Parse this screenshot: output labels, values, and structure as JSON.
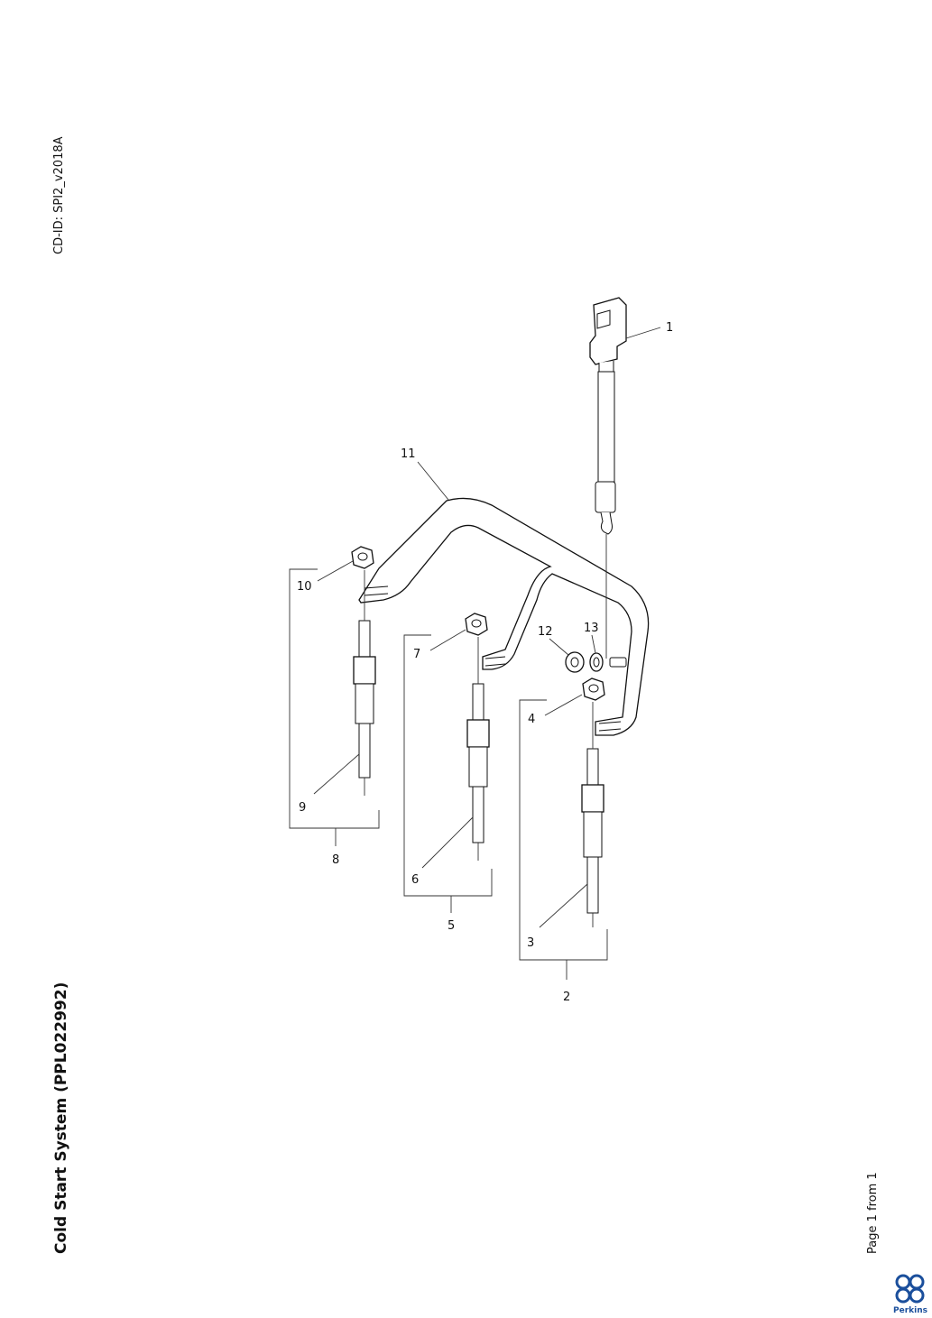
{
  "header": {
    "cd_id": "CD-ID: SPI2_v2018A"
  },
  "title": "Cold Start System (PPL022992)",
  "footer": {
    "page": "Page 1 from 1"
  },
  "brand": {
    "name": "Perkins",
    "color": "#1b4f9c"
  },
  "diagram": {
    "callouts": [
      {
        "id": "1",
        "label": "1"
      },
      {
        "id": "2",
        "label": "2"
      },
      {
        "id": "3",
        "label": "3"
      },
      {
        "id": "4",
        "label": "4"
      },
      {
        "id": "5",
        "label": "5"
      },
      {
        "id": "6",
        "label": "6"
      },
      {
        "id": "7",
        "label": "7"
      },
      {
        "id": "8",
        "label": "8"
      },
      {
        "id": "9",
        "label": "9"
      },
      {
        "id": "10",
        "label": "10"
      },
      {
        "id": "11",
        "label": "11"
      },
      {
        "id": "12",
        "label": "12"
      },
      {
        "id": "13",
        "label": "13"
      }
    ]
  }
}
